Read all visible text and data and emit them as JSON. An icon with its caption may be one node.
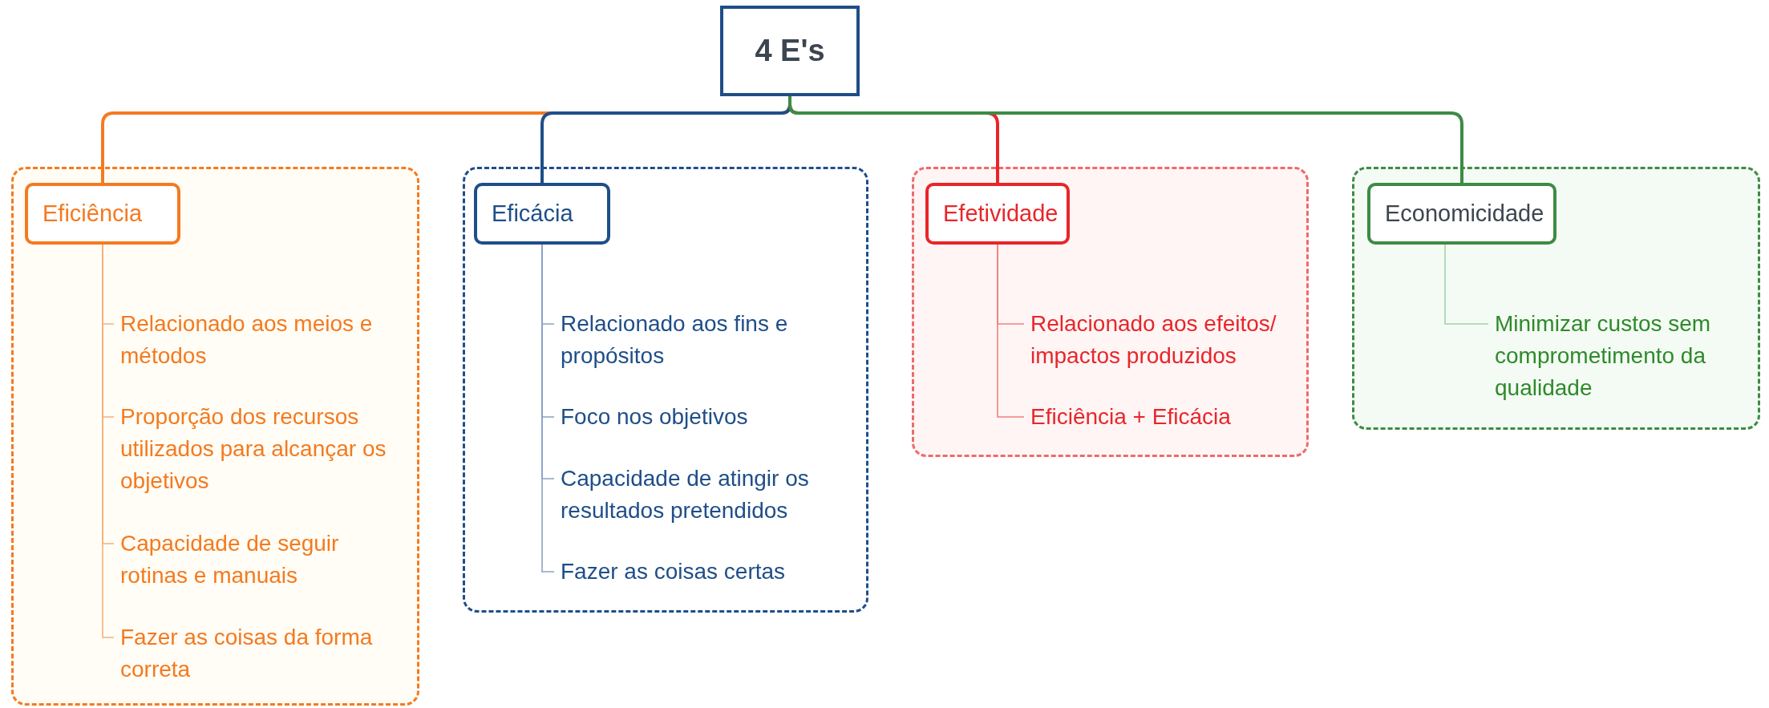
{
  "diagram": {
    "nodes": [
      {
        "text": [
          "4 E's"
        ]
      },
      {
        "text": [],
        "shape": "box"
      },
      {
        "text": [
          "Eficiência"
        ],
        "in": 1
      },
      {
        "text": [
          "Relacionado aos meios e métodos"
        ],
        "in": 1
      },
      {
        "text": [
          "Proporção dos recursos utilizados para alcançar os objetivos"
        ],
        "in": 1
      },
      {
        "text": [
          "Capacidade de seguir rotinas e manuais"
        ],
        "in": 1
      },
      {
        "text": [
          "Fazer as coisas da forma correta"
        ],
        "in": 1
      },
      {
        "text": [],
        "shape": "box"
      },
      {
        "text": [
          "Eficácia"
        ],
        "in": 7
      },
      {
        "text": [
          "Relacionado aos fins e propósitos"
        ],
        "in": 7
      },
      {
        "text": [
          "Foco nos objetivos"
        ],
        "in": 7
      },
      {
        "text": [
          "Capacidade de atingir os resultados pretendidos"
        ],
        "in": 7
      },
      {
        "text": [
          "Fazer as coisas certas"
        ],
        "in": 7
      },
      {
        "text": [],
        "shape": "box"
      },
      {
        "text": [
          "Efetividade"
        ],
        "in": 13
      },
      {
        "text": [
          "Relacionado aos efeitos/ impactos produzidos"
        ],
        "in": 13
      },
      {
        "text": [
          "Eficiência + Eficácia"
        ],
        "in": 13
      },
      {
        "text": [],
        "shape": "box"
      },
      {
        "text": [
          "Economicidade"
        ],
        "in": 17
      },
      {
        "text": [
          "Minimizar custos sem comprometimento da qualidade"
        ],
        "in": 17
      }
    ],
    "edges": [
      {
        "from": 0,
        "to": 2,
        "arrow": "none",
        "color": "#f47a20"
      },
      {
        "from": 0,
        "to": 8,
        "arrow": "none",
        "color": "#1f4e89"
      },
      {
        "from": 0,
        "to": 14,
        "arrow": "none",
        "color": "#e8262a"
      },
      {
        "from": 0,
        "to": 18,
        "arrow": "none",
        "color": "#3d8b45"
      },
      {
        "from": 2,
        "to": 3,
        "arrow": "none",
        "color": "#f8b07a"
      },
      {
        "from": 2,
        "to": 4,
        "arrow": "none",
        "color": "#f8b07a"
      },
      {
        "from": 2,
        "to": 5,
        "arrow": "none",
        "color": "#f8b07a"
      },
      {
        "from": 2,
        "to": 6,
        "arrow": "none",
        "color": "#f8b07a"
      },
      {
        "from": 8,
        "to": 9,
        "arrow": "none",
        "color": "#8aa3c4"
      },
      {
        "from": 8,
        "to": 10,
        "arrow": "none",
        "color": "#8aa3c4"
      },
      {
        "from": 8,
        "to": 11,
        "arrow": "none",
        "color": "#8aa3c4"
      },
      {
        "from": 8,
        "to": 12,
        "arrow": "none",
        "color": "#8aa3c4"
      },
      {
        "from": 14,
        "to": 15,
        "arrow": "none",
        "color": "#f08080"
      },
      {
        "from": 14,
        "to": 16,
        "arrow": "none",
        "color": "#f08080"
      },
      {
        "from": 18,
        "to": 19,
        "arrow": "none",
        "color": "#a6cfa8"
      }
    ]
  }
}
